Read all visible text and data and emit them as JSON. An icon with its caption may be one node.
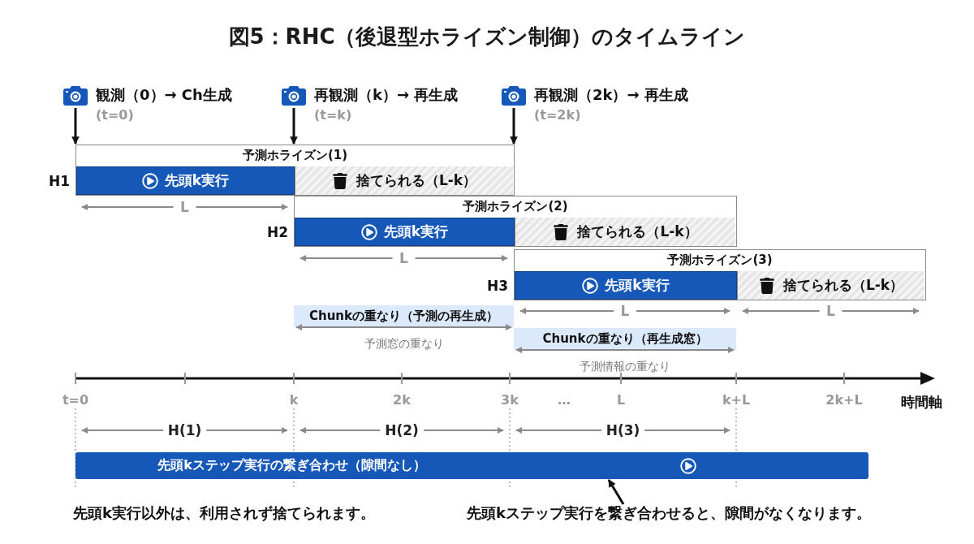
{
  "diagram": {
    "title": "図5：RHC（後退型ホライズン制御）のタイムライン",
    "nodes": [
      {
        "text": [
          "観測（0）→ Ch生成",
          "(t=0)"
        ]
      },
      {
        "text": [
          "再観測（k）→ 再生成",
          "(t=k)"
        ]
      },
      {
        "text": [
          "再観測（2k）→ 再生成",
          "(t=2k)"
        ]
      },
      {
        "text": [
          "予測ホライズン(1)"
        ],
        "beside": [
          "H1"
        ]
      },
      {
        "text": [
          "先頭k実行"
        ],
        "in": 3
      },
      {
        "text": [
          "捨てられる（L-k）"
        ],
        "in": 3
      },
      {
        "text": [
          "予測ホライズン(2)"
        ],
        "beside": [
          "H2"
        ]
      },
      {
        "text": [
          "先頭k実行"
        ],
        "in": 6
      },
      {
        "text": [
          "捨てられる（L-k）"
        ],
        "in": 6
      },
      {
        "text": [
          "予測ホライズン(3)"
        ],
        "beside": [
          "H3"
        ]
      },
      {
        "text": [
          "先頭k実行"
        ],
        "in": 9
      },
      {
        "text": [
          "捨てられる（L-k）"
        ],
        "in": 9
      },
      {
        "text": [
          "Chunkの重なり（予測の再生成）"
        ],
        "beside": [
          "予測窓の重なり"
        ]
      },
      {
        "text": [
          "Chunkの重なり（再生成窓）"
        ],
        "beside": [
          "予測情報の重なり"
        ]
      },
      {
        "text": [
          "先頭kステップ実行の繋ぎ合わせ（隙間なし）"
        ]
      },
      {
        "text": [],
        "shape": "bar"
      },
      {
        "text": [
          "先頭kステップ実行を繋ぎ合わせると、隙間がなくなります。"
        ]
      }
    ],
    "edges": [
      {
        "from": 0,
        "to": 3,
        "arrow": "to"
      },
      {
        "from": 1,
        "to": 3,
        "arrow": "to"
      },
      {
        "from": 2,
        "to": 3,
        "arrow": "to"
      },
      {
        "from": 16,
        "to": 15,
        "arrow": "to"
      }
    ],
    "labels": [
      "L",
      "L",
      "L",
      "L",
      "t=0",
      "k",
      "2k",
      "3k",
      "…",
      "L",
      "k+L",
      "2k+L",
      "時間軸",
      "H(1)",
      "H(2)",
      "H(3)",
      "先頭k実行以外は、利用されず捨てられます。"
    ]
  }
}
